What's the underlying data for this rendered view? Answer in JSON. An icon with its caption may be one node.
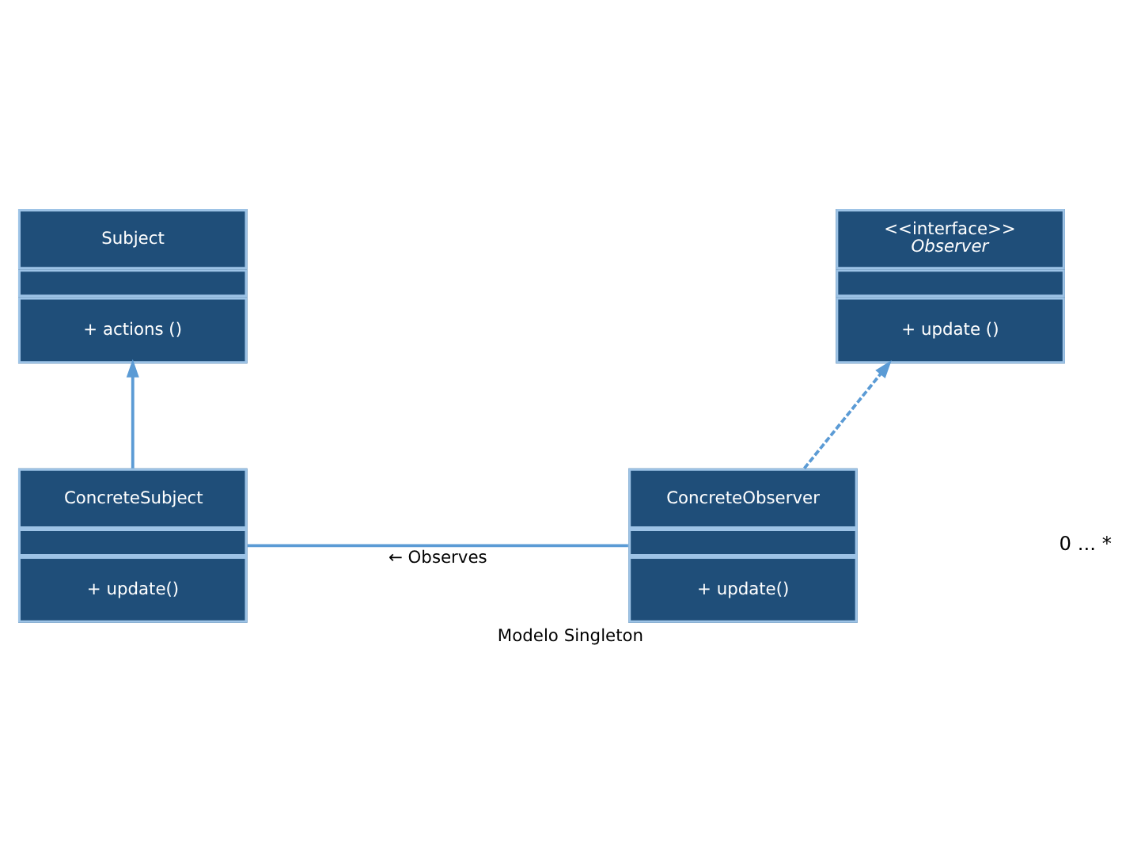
{
  "diagram": {
    "caption": "Modelo Singleton",
    "nodes": [
      {
        "text": [
          "Subject",
          "+ actions ()"
        ]
      },
      {
        "text": [
          "<<interface>>",
          "Observer",
          "+ update ()"
        ]
      },
      {
        "text": [
          "ConcreteSubject",
          "+ update()"
        ]
      },
      {
        "text": [
          "ConcreteObserver",
          "+ update()"
        ]
      }
    ],
    "edges": [
      {
        "from": 2,
        "to": 0,
        "arrow": "to"
      },
      {
        "from": 3,
        "to": 1,
        "arrow": "to",
        "style": "dashed"
      },
      {
        "from": 3,
        "to": 2,
        "arrow": "none",
        "label": "← Observes"
      }
    ],
    "labels": [
      "0 ... *"
    ]
  }
}
